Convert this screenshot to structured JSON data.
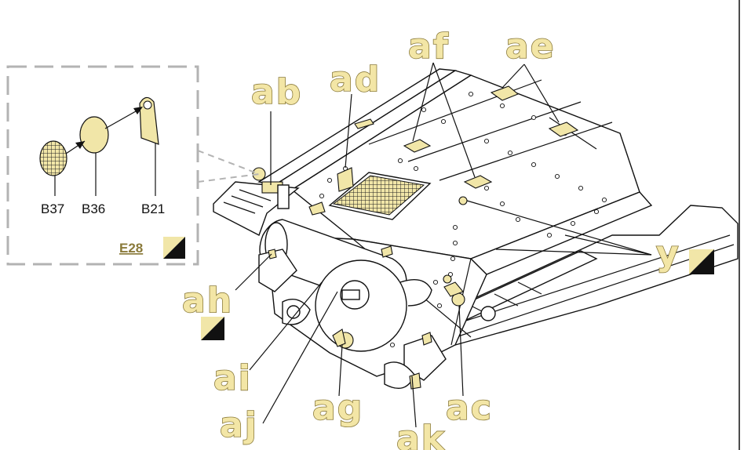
{
  "labels": {
    "ab": "ab",
    "ad": "ad",
    "af": "af",
    "ae": "ae",
    "y": "y",
    "ah": "ah",
    "ai": "ai",
    "aj": "aj",
    "ag": "ag",
    "ak": "ak",
    "ac": "ac"
  },
  "inset": {
    "parts": [
      "B37",
      "B36",
      "B21"
    ],
    "reference": "E28"
  },
  "colors": {
    "photo_etch": "#f1e6a8",
    "label_fill": "#f3e6a6",
    "label_outline": "#8a7a3a",
    "inset_border": "#b3b3b3"
  }
}
